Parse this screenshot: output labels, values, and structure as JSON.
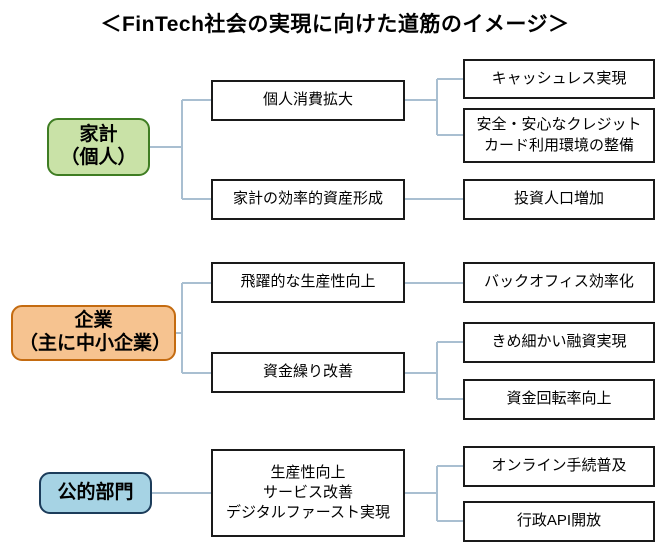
{
  "title": "＜FinTech社会の実現に向けた道筋のイメージ＞",
  "colors": {
    "connector": "#a9bfd1",
    "box_border": "#1a1a1a",
    "green_fill": "#c9e2a7",
    "green_border": "#3f7d23",
    "orange_fill": "#f6c390",
    "orange_border": "#c46b10",
    "blue_fill": "#a6d3e4",
    "blue_border": "#1c3c5a",
    "background": "#ffffff",
    "text": "#000000"
  },
  "categories": [
    {
      "id": "household",
      "label": "家計\n（個人）",
      "style": "green"
    },
    {
      "id": "enterprise",
      "label": "企業\n（主に中小企業）",
      "style": "orange"
    },
    {
      "id": "public-sector",
      "label": "公的部門",
      "style": "blue"
    }
  ],
  "middle": [
    {
      "id": "consumption",
      "label": "個人消費拡大"
    },
    {
      "id": "asset-formation",
      "label": "家計の効率的資産形成"
    },
    {
      "id": "productivity",
      "label": "飛躍的な生産性向上"
    },
    {
      "id": "cashflow",
      "label": "資金繰り改善"
    },
    {
      "id": "public-improvement",
      "label": "生産性向上\nサービス改善\nデジタルファースト実現"
    }
  ],
  "outcomes": [
    {
      "id": "cashless",
      "label": "キャッシュレス実現"
    },
    {
      "id": "credit-card",
      "label": "安全・安心なクレジット\nカード利用環境の整備"
    },
    {
      "id": "investor-population",
      "label": "投資人口増加"
    },
    {
      "id": "back-office",
      "label": "バックオフィス効率化"
    },
    {
      "id": "fine-grained-loans",
      "label": "きめ細かい融資実現"
    },
    {
      "id": "capital-turnover",
      "label": "資金回転率向上"
    },
    {
      "id": "online-procedures",
      "label": "オンライン手続普及"
    },
    {
      "id": "gov-api",
      "label": "行政API開放"
    }
  ]
}
